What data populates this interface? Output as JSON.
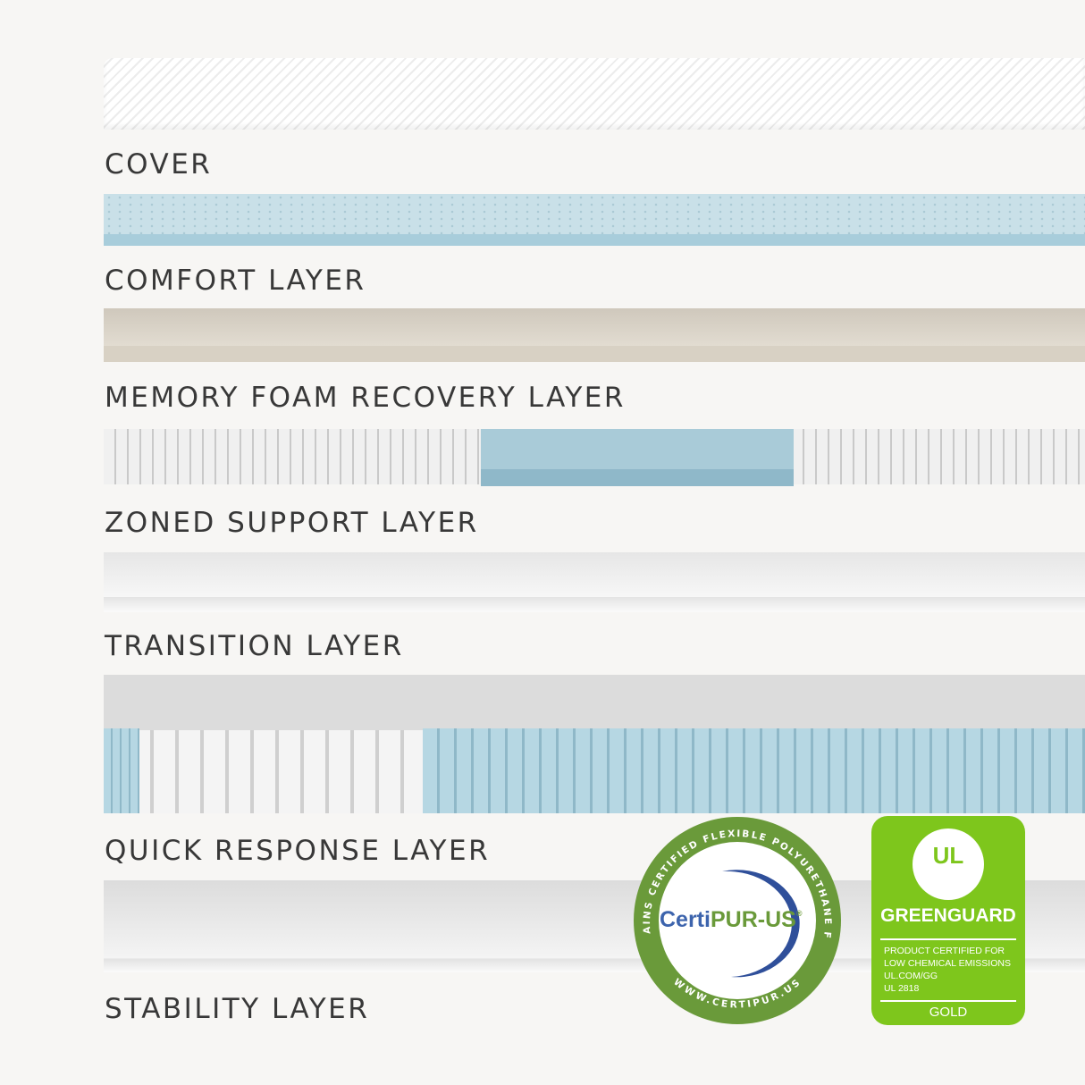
{
  "layers": [
    {
      "label": "COVER"
    },
    {
      "label": "COMFORT LAYER"
    },
    {
      "label": "MEMORY FOAM RECOVERY LAYER"
    },
    {
      "label": "ZONED SUPPORT LAYER"
    },
    {
      "label": "TRANSITION LAYER"
    },
    {
      "label": "QUICK RESPONSE LAYER"
    },
    {
      "label": "STABILITY LAYER"
    }
  ],
  "certipur": {
    "ring_top": "CONTAINS CERTIFIED FLEXIBLE POLYURETHANE FOAM",
    "ring_bottom": "WWW.CERTIPUR.US",
    "logo_a": "Certi",
    "logo_b": "PUR-US",
    "reg": "®"
  },
  "greenguard": {
    "ul": "UL",
    "name": "GREENGUARD",
    "lines": [
      "PRODUCT CERTIFIED FOR",
      "LOW CHEMICAL EMISSIONS",
      "UL.COM/GG",
      "UL 2818"
    ],
    "tier": "GOLD"
  },
  "colors": {
    "certi_green": "#6a9a3a",
    "certi_blue": "#3d64ad",
    "gg_green": "#7ec61c"
  }
}
